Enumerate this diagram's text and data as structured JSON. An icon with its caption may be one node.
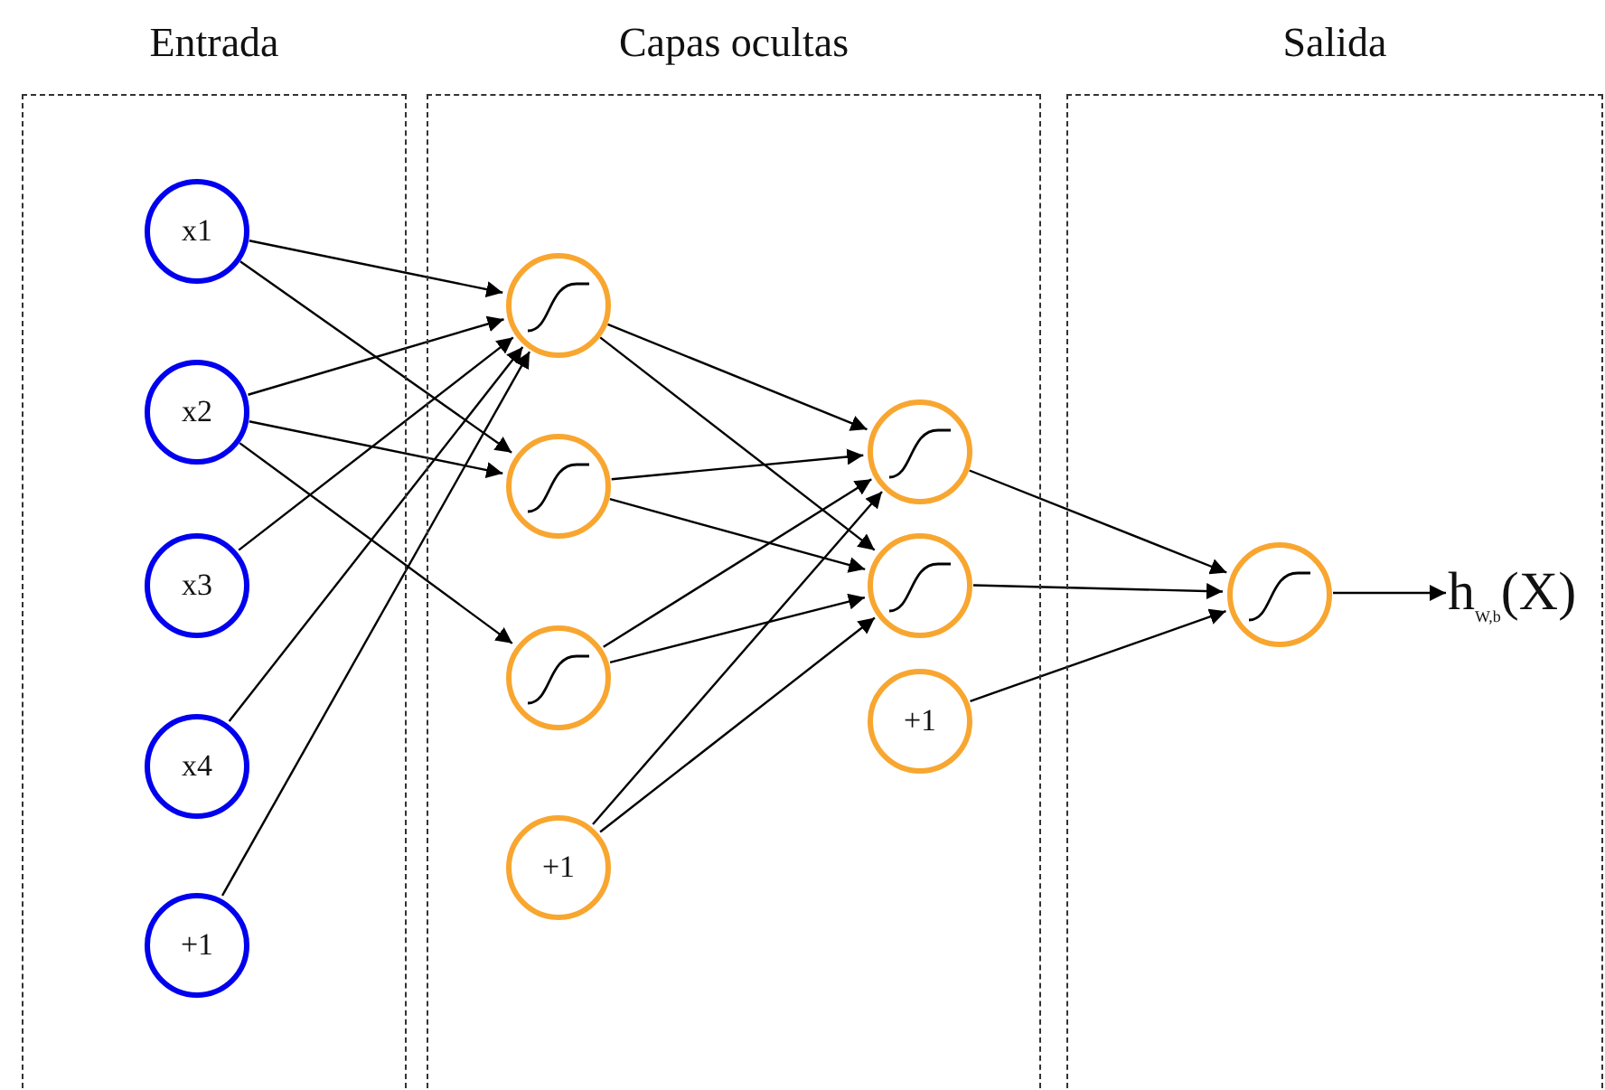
{
  "diagram": {
    "nodes": [
      {
        "text": [
          "Entrada"
        ]
      },
      {
        "text": [
          "Capas ocultas"
        ]
      },
      {
        "text": [
          "Salida"
        ]
      },
      {
        "text": [
          "x1"
        ],
        "in": 0
      },
      {
        "text": [
          "x2"
        ],
        "in": 0
      },
      {
        "text": [
          "x3"
        ],
        "in": 0
      },
      {
        "text": [
          "x4"
        ],
        "in": 0
      },
      {
        "text": [
          "+1"
        ],
        "in": 0
      },
      {
        "text": [],
        "shape": "circle",
        "in": 1
      },
      {
        "text": [],
        "shape": "circle",
        "in": 1
      },
      {
        "text": [],
        "shape": "circle",
        "in": 1
      },
      {
        "text": [
          "+1"
        ],
        "in": 1
      },
      {
        "text": [],
        "shape": "circle",
        "in": 1
      },
      {
        "text": [],
        "shape": "circle",
        "in": 1
      },
      {
        "text": [
          "+1"
        ],
        "in": 1
      },
      {
        "text": [],
        "shape": "circle",
        "in": 2
      },
      {
        "text": [
          "h$_{W,b}$(X)"
        ],
        "in": 2
      }
    ],
    "edges": [
      {
        "from": 3,
        "to": 8,
        "arrow": "to"
      },
      {
        "from": 3,
        "to": 9,
        "arrow": "to"
      },
      {
        "from": 4,
        "to": 8,
        "arrow": "to"
      },
      {
        "from": 4,
        "to": 9,
        "arrow": "to"
      },
      {
        "from": 4,
        "to": 10,
        "arrow": "to"
      },
      {
        "from": 5,
        "to": 8,
        "arrow": "to"
      },
      {
        "from": 6,
        "to": 8,
        "arrow": "to"
      },
      {
        "from": 7,
        "to": 8,
        "arrow": "to"
      },
      {
        "from": 8,
        "to": 12,
        "arrow": "to"
      },
      {
        "from": 8,
        "to": 13,
        "arrow": "to"
      },
      {
        "from": 9,
        "to": 12,
        "arrow": "to"
      },
      {
        "from": 9,
        "to": 13,
        "arrow": "to"
      },
      {
        "from": 10,
        "to": 12,
        "arrow": "to"
      },
      {
        "from": 10,
        "to": 13,
        "arrow": "to"
      },
      {
        "from": 11,
        "to": 12,
        "arrow": "to"
      },
      {
        "from": 11,
        "to": 13,
        "arrow": "to"
      },
      {
        "from": 12,
        "to": 15,
        "arrow": "to"
      },
      {
        "from": 13,
        "to": 15,
        "arrow": "to"
      },
      {
        "from": 14,
        "to": 15,
        "arrow": "to"
      },
      {
        "from": 15,
        "to": 16,
        "arrow": "to"
      }
    ]
  }
}
